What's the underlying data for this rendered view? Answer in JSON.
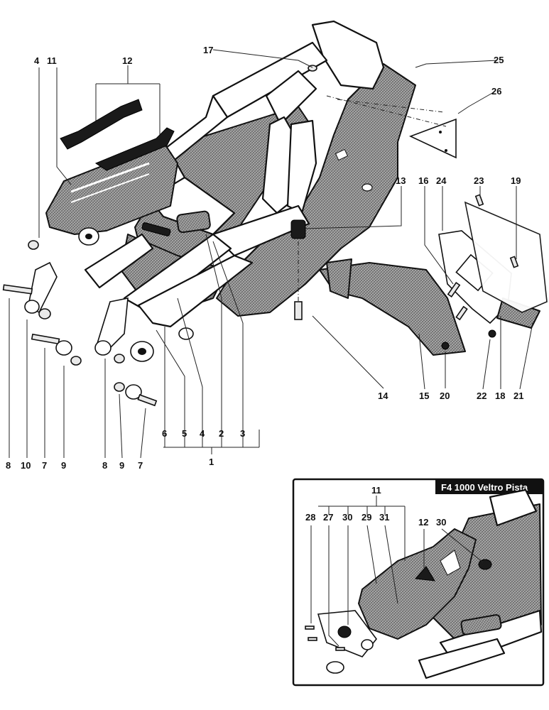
{
  "callouts": {
    "c1": "1",
    "c2": "2",
    "c3": "3",
    "c4a": "4",
    "c4b": "4",
    "c5": "5",
    "c6": "6",
    "c7a": "7",
    "c7b": "7",
    "c8a": "8",
    "c8b": "8",
    "c9a": "9",
    "c9b": "9",
    "c10": "10",
    "c11": "11",
    "c12": "12",
    "c13": "13",
    "c14": "14",
    "c15": "15",
    "c16": "16",
    "c17": "17",
    "c18": "18",
    "c19": "19",
    "c20": "20",
    "c21": "21",
    "c22": "22",
    "c23": "23",
    "c24": "24",
    "c25": "25",
    "c26": "26"
  },
  "inset": {
    "title": "F4 1000 Veltro Pista",
    "callouts": {
      "c11": "11",
      "c27": "27",
      "c28": "28",
      "c29": "29",
      "c30a": "30",
      "c30b": "30",
      "c31": "31",
      "c12": "12"
    }
  },
  "colors": {
    "ink": "#111111",
    "paper": "#ffffff",
    "hatch": "#8a8a8a"
  }
}
